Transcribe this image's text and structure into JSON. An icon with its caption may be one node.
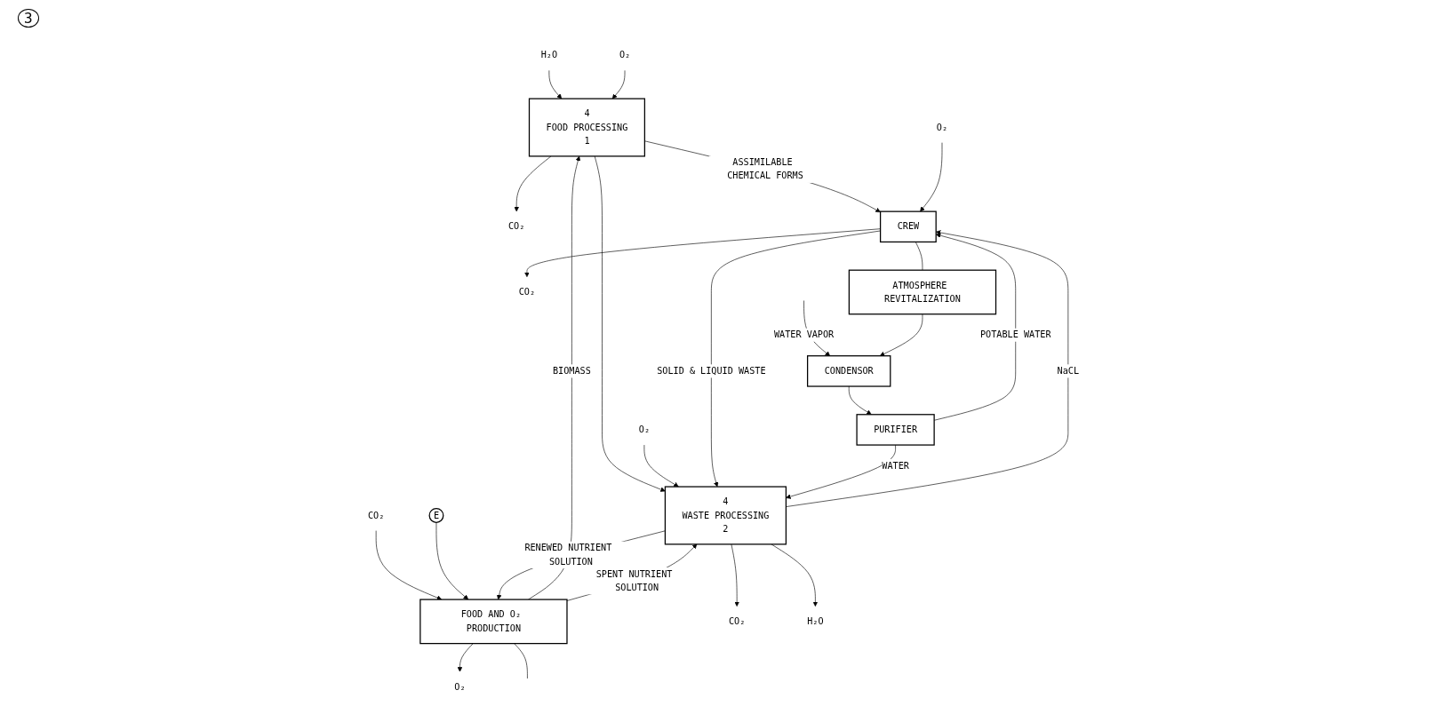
{
  "diagram": {
    "nodes": [
      {
        "text": [
          "CO₂"
        ]
      },
      {
        "text": [
          "H₂O"
        ]
      },
      {
        "text": [
          "O₂"
        ]
      },
      {
        "text": [
          "CO₂"
        ]
      },
      {
        "text": [
          "O₂"
        ]
      },
      {
        "text": [
          "E"
        ]
      },
      {
        "text": [
          "4",
          "FOOD PROCESSING",
          "1"
        ]
      },
      {
        "text": [
          "FOOD AND O₂ PRODUCTION"
        ]
      },
      {
        "text": [
          "O₂"
        ]
      },
      {
        "text": [
          "CO₂"
        ]
      },
      {
        "text": [
          "O₂"
        ]
      },
      {
        "text": [
          "CO₂"
        ]
      },
      {
        "text": [
          "CREW"
        ]
      },
      {
        "text": [
          "4",
          "WASTE PROCESSING",
          "2"
        ]
      },
      {
        "text": [
          "H₂O"
        ]
      },
      {
        "text": [
          "PURIFIER"
        ]
      },
      {
        "text": [
          "CONDENSOR"
        ]
      },
      {
        "text": [
          "ATMOSPHERE REVITALIZATION"
        ]
      }
    ],
    "edges": [
      {
        "from": 6,
        "to": 0,
        "arrow": "to"
      },
      {
        "from": 1,
        "to": 6,
        "arrow": "to"
      },
      {
        "from": 2,
        "to": 6,
        "arrow": "to"
      },
      {
        "from": 3,
        "to": 7,
        "arrow": "to"
      },
      {
        "from": 7,
        "to": 4,
        "arrow": "to"
      },
      {
        "from": 5,
        "to": 7,
        "arrow": "to"
      },
      {
        "from": 7,
        "to": 6,
        "arrow": "to",
        "label": "BIOMASS"
      },
      {
        "from": 6,
        "to": 12,
        "arrow": "to",
        "label": "ASSIMILABLE CHEMICAL FORMS"
      },
      {
        "from": 6,
        "to": 13,
        "arrow": "to"
      },
      {
        "from": 7,
        "to": 13,
        "arrow": "to",
        "label": "SPENT NUTRIENT SOLUTION"
      },
      {
        "from": 13,
        "to": 7,
        "arrow": "to",
        "label": "RENEWED NUTRIENT SOLUTION"
      },
      {
        "from": 8,
        "to": 12,
        "arrow": "to"
      },
      {
        "from": 12,
        "to": 11,
        "arrow": "to"
      },
      {
        "from": 13,
        "to": 9,
        "arrow": "to"
      },
      {
        "from": 10,
        "to": 13,
        "arrow": "to"
      },
      {
        "from": 12,
        "to": 13,
        "arrow": "to",
        "label": "SOLID & LIQUID WASTE"
      },
      {
        "from": 13,
        "to": 12,
        "arrow": "to",
        "label": "NaCL"
      },
      {
        "from": 13,
        "to": 14,
        "arrow": "to"
      },
      {
        "from": 15,
        "to": 13,
        "arrow": "to",
        "label": "WATER"
      },
      {
        "from": 15,
        "to": 12,
        "arrow": "to",
        "label": "POTABLE WATER"
      },
      {
        "from": 16,
        "to": 15,
        "arrow": "to"
      },
      {
        "from": null,
        "to": 16,
        "arrow": "to",
        "label": "WATER VAPOR"
      },
      {
        "from": 7,
        "to": null,
        "arrow": "none"
      },
      {
        "from": 12,
        "to": 17,
        "arrow": "none"
      },
      {
        "from": 17,
        "to": 16,
        "arrow": "to"
      }
    ],
    "labels": [
      "3"
    ]
  }
}
